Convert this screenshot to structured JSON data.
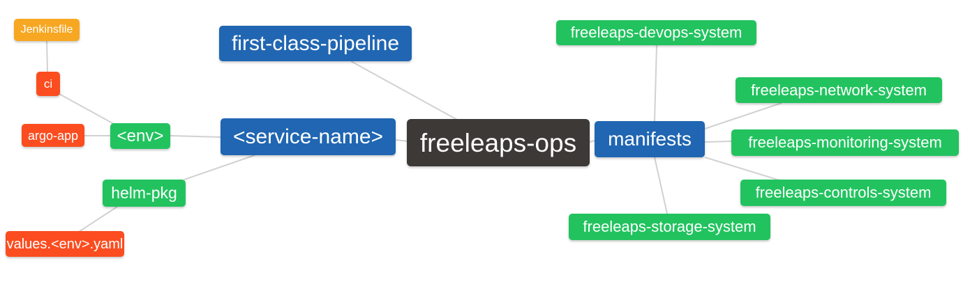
{
  "diagram": {
    "type": "mindmap",
    "root_label": "freeleaps-ops",
    "palette": {
      "root": "#3d3937",
      "primary": "#2066b2",
      "success": "#22c35f",
      "danger": "#fb4d20",
      "warning": "#f7a722",
      "edge": "#d1d1d1",
      "text": "#ffffff"
    },
    "nodes": [
      {
        "id": "jenkinsfile",
        "label": "Jenkinsfile",
        "color": "warning"
      },
      {
        "id": "ci",
        "label": "ci",
        "color": "danger"
      },
      {
        "id": "argo-app",
        "label": "argo-app",
        "color": "danger"
      },
      {
        "id": "env",
        "label": "<env>",
        "color": "success"
      },
      {
        "id": "helm-pkg",
        "label": "helm-pkg",
        "color": "success"
      },
      {
        "id": "values-env-yaml",
        "label": "values.<env>.yaml",
        "color": "danger"
      },
      {
        "id": "first-class-pipeline",
        "label": "first-class-pipeline",
        "color": "primary"
      },
      {
        "id": "service-name",
        "label": "<service-name>",
        "color": "primary"
      },
      {
        "id": "freeleaps-ops",
        "label": "freeleaps-ops",
        "color": "root"
      },
      {
        "id": "manifests",
        "label": "manifests",
        "color": "primary"
      },
      {
        "id": "freeleaps-devops-system",
        "label": "freeleaps-devops-system",
        "color": "success"
      },
      {
        "id": "freeleaps-network-system",
        "label": "freeleaps-network-system",
        "color": "success"
      },
      {
        "id": "freeleaps-monitoring-system",
        "label": "freeleaps-monitoring-system",
        "color": "success"
      },
      {
        "id": "freeleaps-controls-system",
        "label": "freeleaps-controls-system",
        "color": "success"
      },
      {
        "id": "freeleaps-storage-system",
        "label": "freeleaps-storage-system",
        "color": "success"
      }
    ],
    "edges": [
      {
        "from": "jenkinsfile",
        "to": "ci"
      },
      {
        "from": "ci",
        "to": "env"
      },
      {
        "from": "argo-app",
        "to": "env"
      },
      {
        "from": "env",
        "to": "service-name"
      },
      {
        "from": "service-name",
        "to": "helm-pkg"
      },
      {
        "from": "helm-pkg",
        "to": "values-env-yaml"
      },
      {
        "from": "first-class-pipeline",
        "to": "freeleaps-ops"
      },
      {
        "from": "service-name",
        "to": "freeleaps-ops"
      },
      {
        "from": "freeleaps-ops",
        "to": "manifests"
      },
      {
        "from": "manifests",
        "to": "freeleaps-devops-system"
      },
      {
        "from": "manifests",
        "to": "freeleaps-network-system"
      },
      {
        "from": "manifests",
        "to": "freeleaps-monitoring-system"
      },
      {
        "from": "manifests",
        "to": "freeleaps-controls-system"
      },
      {
        "from": "manifests",
        "to": "freeleaps-storage-system"
      }
    ]
  }
}
